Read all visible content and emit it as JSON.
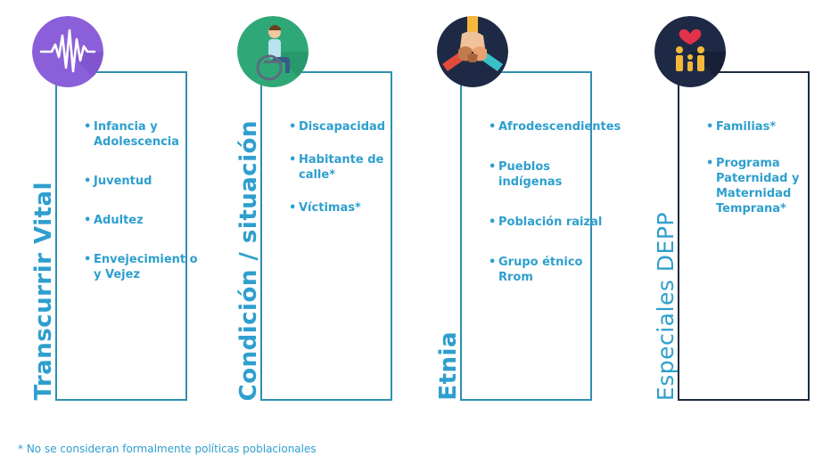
{
  "columns": [
    {
      "title": "Transcurrir Vital",
      "icon": "heartbeat-wave-icon",
      "items": [
        "Infancia y Adolescencia",
        "Juventud",
        "Adultez",
        "Envejecimient o y Vejez"
      ]
    },
    {
      "title": "Condición / situación",
      "icon": "wheelchair-person-icon",
      "items": [
        "Discapacidad",
        "Habitante de calle*",
        "Víctimas*"
      ]
    },
    {
      "title": "Etnia",
      "icon": "joined-hands-icon",
      "items": [
        "Afrodescendientes",
        "Pueblos indígenas",
        "Población raizal",
        "Grupo étnico Rrom"
      ]
    },
    {
      "title": "Especiales DEPP",
      "icon": "family-heart-icon",
      "items": [
        "Familias*",
        "Programa Paternidad y Maternidad Temprana*"
      ]
    }
  ],
  "footnote": "* No se consideran formalmente políticas poblacionales",
  "colors": {
    "accent": "#2e9fce",
    "border_blue": "#2e8fb0",
    "border_dark": "#1c2b3f",
    "purple": "#8b5fd9",
    "green": "#2fa877",
    "navy": "#1e2a45"
  }
}
